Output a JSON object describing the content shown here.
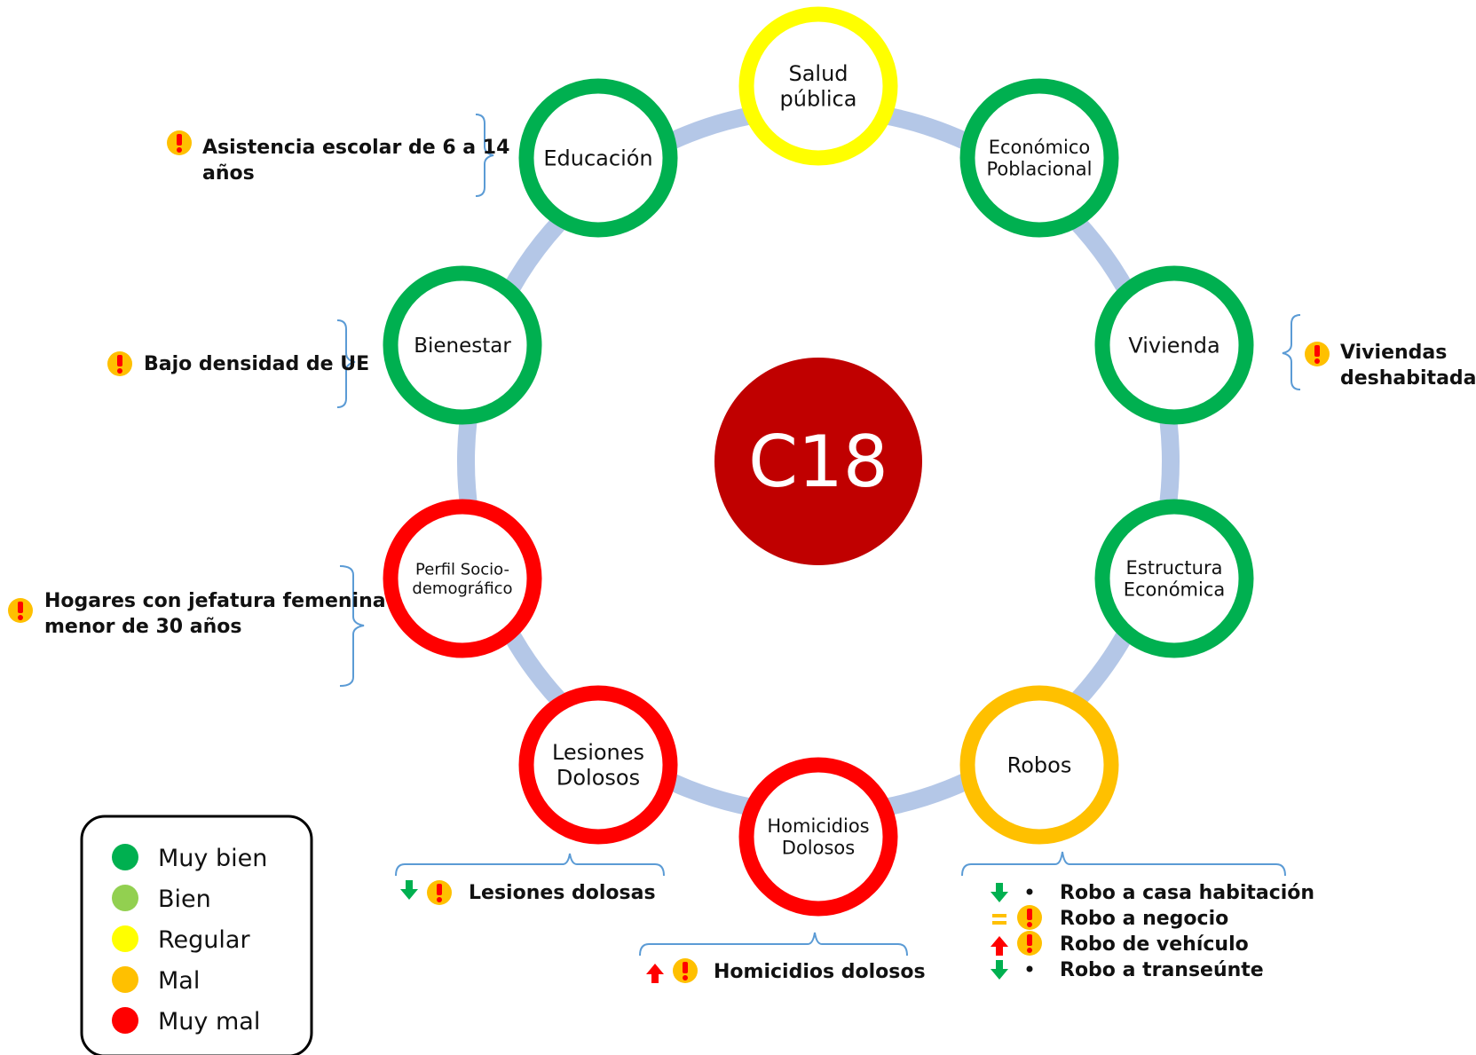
{
  "center": {
    "label": "C18",
    "color": "#c00000"
  },
  "status_colors": {
    "muy_bien": "#00b050",
    "bien": "#92d050",
    "regular": "#ffff00",
    "mal": "#ffc000",
    "muy_mal": "#ff0000"
  },
  "ring_color": "#b4c7e7",
  "nodes": [
    {
      "id": "salud",
      "lines": [
        "Salud",
        "pública"
      ],
      "status": "regular"
    },
    {
      "id": "economico",
      "lines": [
        "Económico",
        "Poblacional"
      ],
      "status": "muy_bien"
    },
    {
      "id": "vivienda",
      "lines": [
        "Vivienda"
      ],
      "status": "muy_bien"
    },
    {
      "id": "estructura",
      "lines": [
        "Estructura",
        "Económica"
      ],
      "status": "muy_bien"
    },
    {
      "id": "robos",
      "lines": [
        "Robos"
      ],
      "status": "mal"
    },
    {
      "id": "homicidios",
      "lines": [
        "Homicidios",
        "Dolosos"
      ],
      "status": "muy_mal"
    },
    {
      "id": "lesiones",
      "lines": [
        "Lesiones",
        "Dolosos"
      ],
      "status": "muy_mal"
    },
    {
      "id": "perfil",
      "lines": [
        "Perfil Socio-",
        "demográfico"
      ],
      "status": "muy_mal"
    },
    {
      "id": "bienestar",
      "lines": [
        "Bienestar"
      ],
      "status": "muy_bien"
    },
    {
      "id": "educacion",
      "lines": [
        "Educación"
      ],
      "status": "muy_bien"
    }
  ],
  "notes": {
    "educacion": [
      "Asistencia escolar de 6 a 14",
      "años"
    ],
    "bienestar": [
      "Bajo densidad de UE"
    ],
    "perfil": [
      "Hogares con jefatura femenina",
      "menor de 30  años"
    ],
    "vivienda": [
      "Viviendas",
      "deshabitadas"
    ],
    "lesiones": [
      "Lesiones dolosas"
    ],
    "homicidios": [
      "Homicidios dolosos"
    ],
    "robos": [
      {
        "trend": "down",
        "marker": "bullet",
        "text": "Robo a casa habitación"
      },
      {
        "trend": "equal",
        "marker": "alert",
        "text": "Robo a negocio"
      },
      {
        "trend": "up",
        "marker": "alert",
        "text": "Robo de vehículo"
      },
      {
        "trend": "down",
        "marker": "bullet",
        "text": "Robo a transeúnte"
      }
    ]
  },
  "legend": [
    {
      "label": "Muy bien",
      "status": "muy_bien"
    },
    {
      "label": "Bien",
      "status": "bien"
    },
    {
      "label": "Regular",
      "status": "regular"
    },
    {
      "label": "Mal",
      "status": "mal"
    },
    {
      "label": "Muy mal",
      "status": "muy_mal"
    }
  ]
}
